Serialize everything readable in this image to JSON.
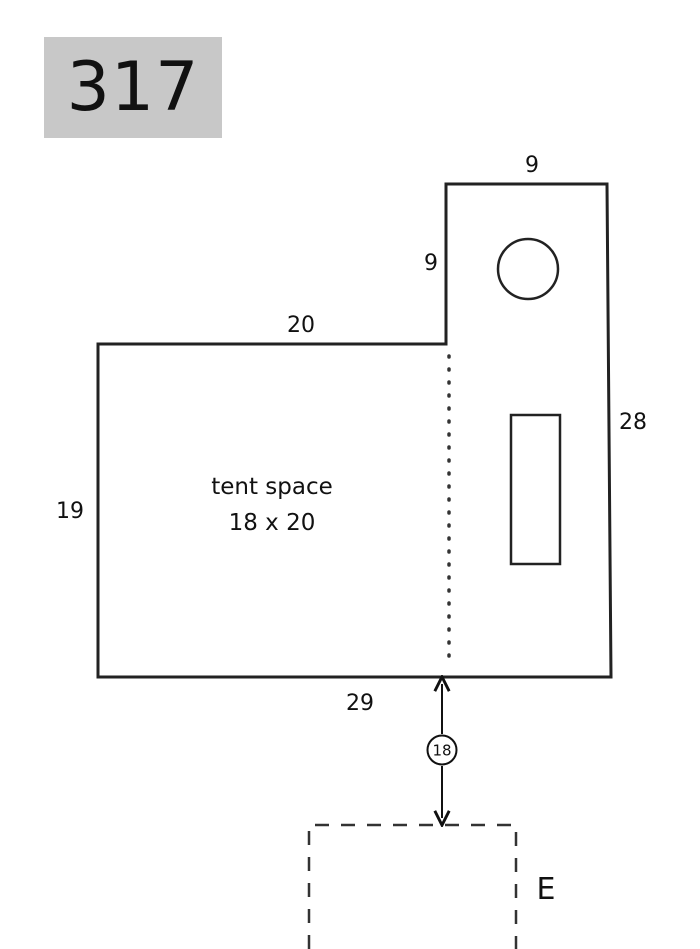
{
  "site": {
    "number": "317",
    "badge_color": "#c8c8c8"
  },
  "tent_space": {
    "label": "tent space",
    "size": "18 x 20"
  },
  "dimensions": {
    "top_right": "9",
    "step_height": "9",
    "top_left": "20",
    "left": "19",
    "right": "28",
    "bottom": "29"
  },
  "parking": {
    "distance": "18",
    "zone_label": "E"
  },
  "icons": {
    "fire_ring": "fire-ring-icon",
    "picnic_table": "picnic-table-icon",
    "distance_arrow": "double-arrow-icon"
  }
}
